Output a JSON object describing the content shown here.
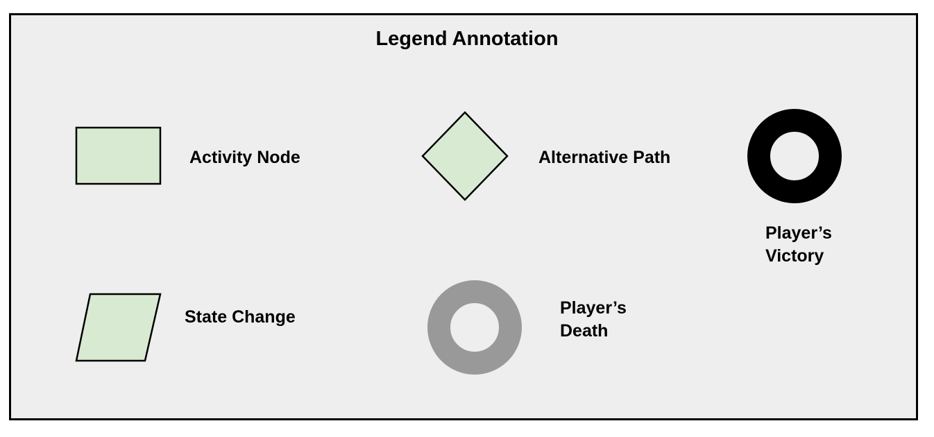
{
  "legend": {
    "title": "Legend Annotation",
    "items": [
      {
        "label": "Activity Node",
        "shape": "rectangle"
      },
      {
        "label": "Alternative Path",
        "shape": "diamond"
      },
      {
        "label_lines": [
          "Player’s",
          "Victory"
        ],
        "shape": "ring"
      },
      {
        "label": "State Change",
        "shape": "parallelogram"
      },
      {
        "label_lines": [
          "Player’s",
          "Death"
        ],
        "shape": "ring"
      }
    ]
  },
  "colors": {
    "background": "#eeeeee",
    "border": "#000000",
    "shape_fill": "#d9ead3",
    "shape_stroke": "#000000",
    "victory_ring": "#000000",
    "death_ring": "#999999"
  }
}
